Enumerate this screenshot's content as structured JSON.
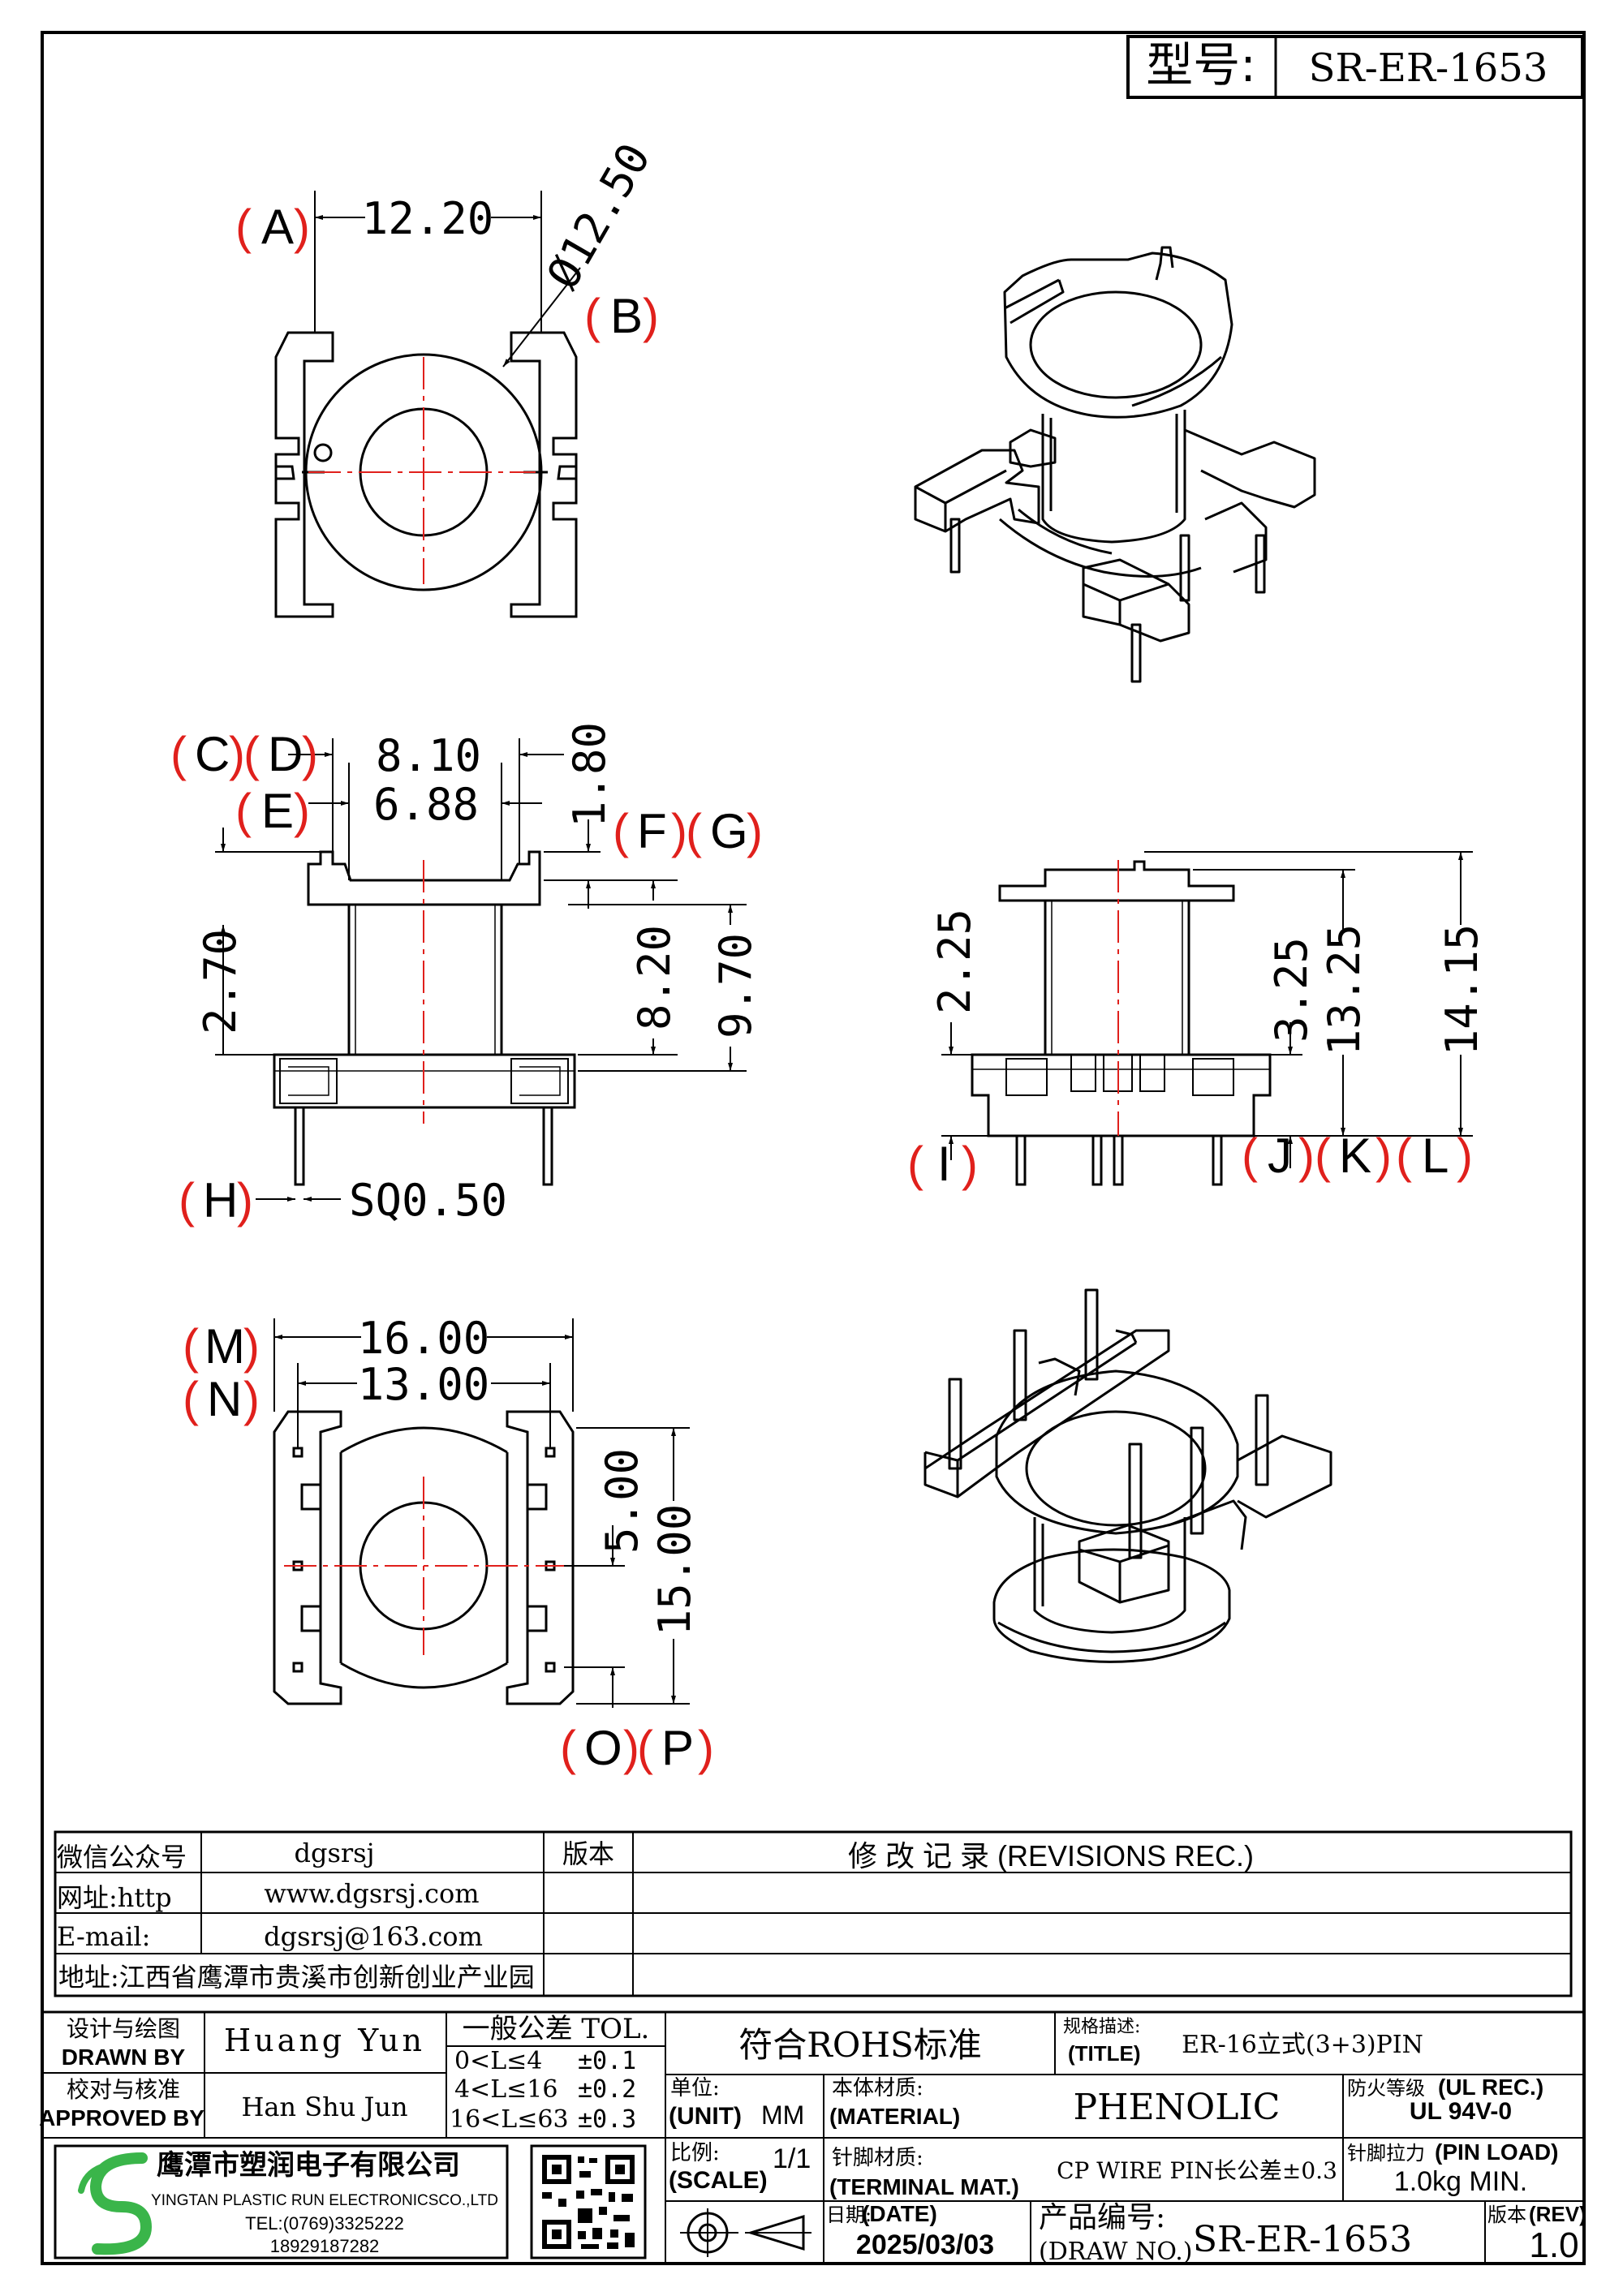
{
  "model": {
    "label": "型号:",
    "value": "SR-ER-1653"
  },
  "view_top": {
    "dims": {
      "width": "12.20",
      "diameter": "Ø12.50"
    },
    "tags": {
      "a": "A",
      "b": "B"
    }
  },
  "view_side": {
    "dims": {
      "outer": "8.10",
      "inner": "6.88",
      "flange": "1.80",
      "base": "2.70",
      "core": "8.20",
      "height": "9.70",
      "pin": "SQ0.50"
    },
    "tags": {
      "c": "C",
      "d": "D",
      "e": "E",
      "f": "F",
      "g": "G",
      "h": "H"
    }
  },
  "view_front": {
    "dims": {
      "pin_exposed": "2.25",
      "base": "3.25",
      "body": "13.25",
      "total": "14.15"
    },
    "tags": {
      "i": "I",
      "j": "J",
      "k": "K",
      "l": "L"
    }
  },
  "view_bottom": {
    "dims": {
      "outer": "16.00",
      "inner": "13.00",
      "pitch": "5.00",
      "depth": "15.00"
    },
    "tags": {
      "m": "M",
      "n": "N",
      "o": "O",
      "p": "P"
    }
  },
  "info": {
    "wechat_label": "微信公众号",
    "wechat": "dgsrsj",
    "web_label": "网址:http",
    "web": "www.dgsrsj.com",
    "email_label": "E-mail:",
    "email": "dgsrsj@163.com",
    "address": "地址:江西省鹰潭市贵溪市创新创业产业园",
    "version_label": "版本",
    "revisions": "修 改 记 录 (REVISIONS REC.)"
  },
  "title_block": {
    "designer_cn": "设计与绘图",
    "designer_en": "DRAWN BY",
    "designer": "Huang Yun",
    "approver_cn": "校对与核准",
    "approver_en": "APPROVED BY",
    "approver": "Han Shu Jun",
    "tol_label": "一般公差 TOL.",
    "tol_rows": [
      {
        "range": "0<L≤4",
        "value": "±0.1"
      },
      {
        "range": "4<L≤16",
        "value": "±0.2"
      },
      {
        "range": "16<L≤63",
        "value": "±0.3"
      }
    ],
    "rohs": "符合ROHS标准",
    "title_cn": "规格描述:",
    "title_en": "(TITLE)",
    "title": "ER-16立式(3+3)PIN",
    "unit_cn": "单位:",
    "unit_en": "(UNIT)",
    "unit": "MM",
    "material_cn": "本体材质:",
    "material_en": "(MATERIAL)",
    "material": "PHENOLIC",
    "ul_cn": "防火等级",
    "ul_en": "(UL REC.)",
    "ul": "UL 94V-0",
    "scale_cn": "比例:",
    "scale_en": "(SCALE)",
    "scale": "1/1",
    "terminal_cn": "针脚材质:",
    "terminal_en": "(TERMINAL MAT.)",
    "terminal": "CP WIRE  PIN长公差±0.3",
    "load_cn": "针脚拉力",
    "load_en": "(PIN LOAD)",
    "load": "1.0kg MIN.",
    "date_cn": "日期:",
    "date_en": "(DATE)",
    "date": "2025/03/03",
    "drawno_cn": "产品编号:",
    "drawno_en": "(DRAW NO.)",
    "drawno": "SR-ER-1653",
    "rev_cn": "版本",
    "rev_en": "(REV)",
    "rev": "1.0"
  },
  "company": {
    "name": "鹰潭市塑润电子有限公司",
    "name_en": "YINGTAN PLASTIC RUN ELECTRONICSCO.,LTD",
    "tel": "TEL:(0769)3325222",
    "mobile": "18929187282"
  },
  "colors": {
    "line": "#000000",
    "center": "#e0201c",
    "logo": "#3ab54a"
  }
}
